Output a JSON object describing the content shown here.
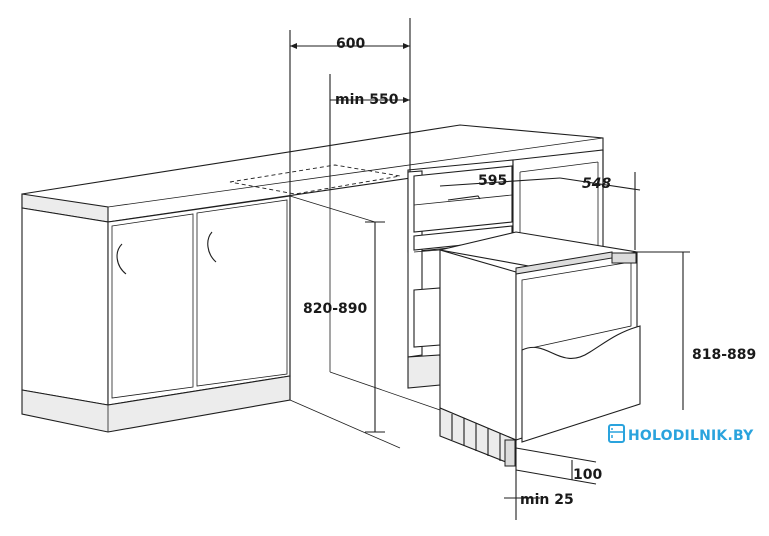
{
  "dimensions": {
    "opening_width": "600",
    "min_depth": "min 550",
    "niche_height": "820-890",
    "appliance_width": "595",
    "appliance_depth": "548",
    "appliance_height": "818-889",
    "plinth_height": "100",
    "min_gap": "min 25"
  },
  "watermark": {
    "text": "HOLODILNIK.BY",
    "color": "#2aa3dd"
  },
  "colors": {
    "line": "#1e1e1e",
    "background": "#ffffff"
  }
}
